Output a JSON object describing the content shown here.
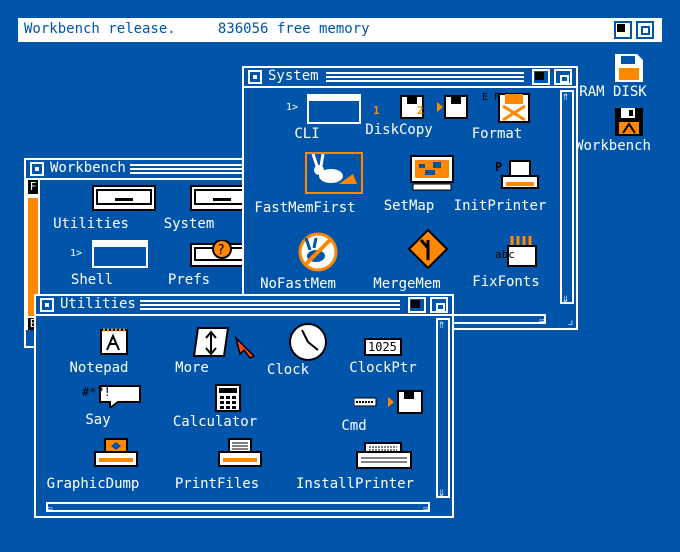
{
  "screen": {
    "title": "Workbench release.     836056 free memory"
  },
  "desktop": {
    "ram_disk": "RAM DISK",
    "workbench_disk": "Workbench"
  },
  "windows": {
    "workbench": {
      "title": "Workbench",
      "scroll_letters": [
        "F",
        "E"
      ],
      "icons": [
        "Utilities",
        "System",
        "Shell",
        "Prefs"
      ]
    },
    "system": {
      "title": "System",
      "icons": [
        "CLI",
        "DiskCopy",
        "Format",
        "FastMemFirst",
        "SetMap",
        "InitPrinter",
        "NoFastMem",
        "MergeMem",
        "FixFonts"
      ]
    },
    "utilities": {
      "title": "Utilities",
      "icons": [
        "Notepad",
        "More",
        "Clock",
        "ClockPtr",
        "Say",
        "Calculator",
        "Cmd",
        "GraphicDump",
        "PrintFiles",
        "InstallPrinter"
      ]
    }
  },
  "icon_text": {
    "cli_prompt": "1>",
    "shell_prompt": "1>",
    "clockptr_digits": "1025",
    "say_bubble": "#*?!",
    "fixfonts_text": "abc",
    "initprinter_letter": "P",
    "diskcopy_left": "1",
    "diskcopy_right": "2",
    "format_letters": "E F"
  },
  "colors": {
    "blue": "#0055aa",
    "white": "#ffffff",
    "black": "#000000",
    "orange": "#ff8800"
  }
}
